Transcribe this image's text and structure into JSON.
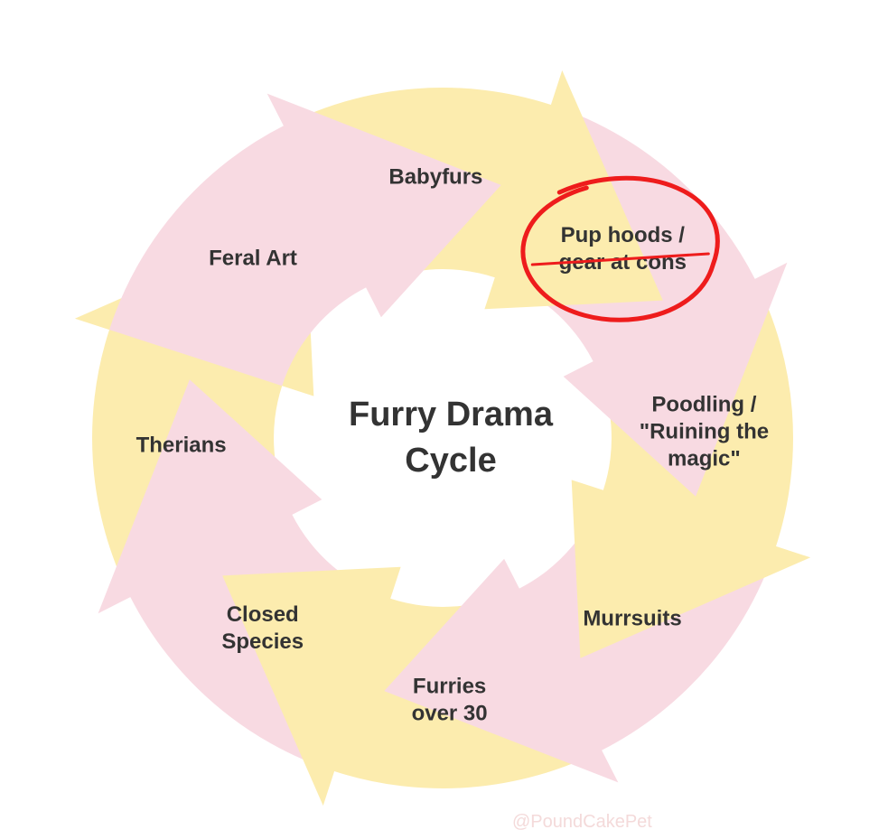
{
  "title": [
    "Furry Drama",
    "Cycle"
  ],
  "colors": {
    "pink": "#f8dae2",
    "yellow": "#fcecae",
    "text": "#333333",
    "annotation": "#ee1c1c",
    "watermark": "#f4dada"
  },
  "stages": [
    {
      "id": "feral-art",
      "color": "pink",
      "lines": [
        "Feral Art"
      ]
    },
    {
      "id": "babyfurs",
      "color": "yellow",
      "lines": [
        "Babyfurs"
      ]
    },
    {
      "id": "pup-hoods",
      "color": "pink",
      "lines": [
        "Pup hoods /",
        "gear at cons"
      ],
      "struck_out": true,
      "circled": true
    },
    {
      "id": "poodling",
      "color": "yellow",
      "lines": [
        "Poodling /",
        "\"Ruining the",
        "magic\""
      ]
    },
    {
      "id": "murrsuits",
      "color": "pink",
      "lines": [
        "Murrsuits"
      ]
    },
    {
      "id": "furries-over-30",
      "color": "yellow",
      "lines": [
        "Furries",
        "over 30"
      ]
    },
    {
      "id": "closed-species",
      "color": "pink",
      "lines": [
        "Closed",
        "Species"
      ]
    },
    {
      "id": "therians",
      "color": "yellow",
      "lines": [
        "Therians"
      ]
    }
  ],
  "watermark": "@PoundCakePet"
}
